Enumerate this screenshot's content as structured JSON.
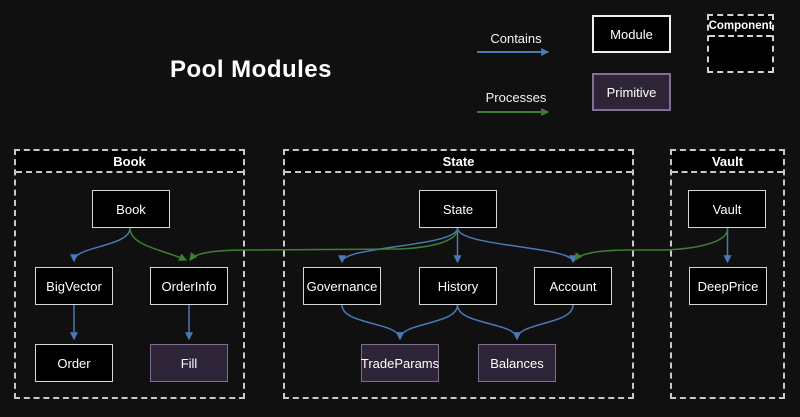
{
  "title": "Pool Modules",
  "legend": {
    "contains_label": "Contains",
    "processes_label": "Processes",
    "module_label": "Module",
    "primitive_label": "Primitive",
    "component_label": "Component"
  },
  "colors": {
    "background": "#101010",
    "contains_arrow_blue": "#4a79b8",
    "processes_arrow_green": "#3e8031",
    "module_fill": "#000000",
    "module_border": "#d6d6d6",
    "primitive_fill": "#2e2438",
    "primitive_border": "#7e6b90",
    "container_dashed_border": "#c9c9c9"
  },
  "groups": [
    {
      "label": "Book",
      "nodes": [
        {
          "id": "book",
          "label": "Book",
          "type": "module"
        },
        {
          "id": "bigvector",
          "label": "BigVector",
          "type": "module"
        },
        {
          "id": "orderinfo",
          "label": "OrderInfo",
          "type": "module"
        },
        {
          "id": "order",
          "label": "Order",
          "type": "module"
        },
        {
          "id": "fill",
          "label": "Fill",
          "type": "primitive"
        }
      ]
    },
    {
      "label": "State",
      "nodes": [
        {
          "id": "state",
          "label": "State",
          "type": "module"
        },
        {
          "id": "governance",
          "label": "Governance",
          "type": "module"
        },
        {
          "id": "history",
          "label": "History",
          "type": "module"
        },
        {
          "id": "account",
          "label": "Account",
          "type": "module"
        },
        {
          "id": "tradeparams",
          "label": "TradeParams",
          "type": "primitive"
        },
        {
          "id": "balances",
          "label": "Balances",
          "type": "primitive"
        }
      ]
    },
    {
      "label": "Vault",
      "nodes": [
        {
          "id": "vault",
          "label": "Vault",
          "type": "module"
        },
        {
          "id": "deepprice",
          "label": "DeepPrice",
          "type": "module"
        }
      ]
    }
  ],
  "edges": [
    {
      "from": "Book",
      "to": "BigVector",
      "kind": "contains"
    },
    {
      "from": "BigVector",
      "to": "Order",
      "kind": "contains"
    },
    {
      "from": "OrderInfo",
      "to": "Fill",
      "kind": "contains"
    },
    {
      "from": "State",
      "to": "Governance",
      "kind": "contains"
    },
    {
      "from": "State",
      "to": "History",
      "kind": "contains"
    },
    {
      "from": "State",
      "to": "Account",
      "kind": "contains"
    },
    {
      "from": "Governance",
      "to": "TradeParams",
      "kind": "contains"
    },
    {
      "from": "History",
      "to": "TradeParams",
      "kind": "contains"
    },
    {
      "from": "History",
      "to": "Balances",
      "kind": "contains"
    },
    {
      "from": "Account",
      "to": "Balances",
      "kind": "contains"
    },
    {
      "from": "Vault",
      "to": "DeepPrice",
      "kind": "contains"
    },
    {
      "from": "Book",
      "to": "OrderInfo",
      "kind": "processes"
    },
    {
      "from": "State",
      "to": "OrderInfo",
      "kind": "processes"
    },
    {
      "from": "Vault",
      "to": "Account",
      "kind": "processes"
    }
  ]
}
